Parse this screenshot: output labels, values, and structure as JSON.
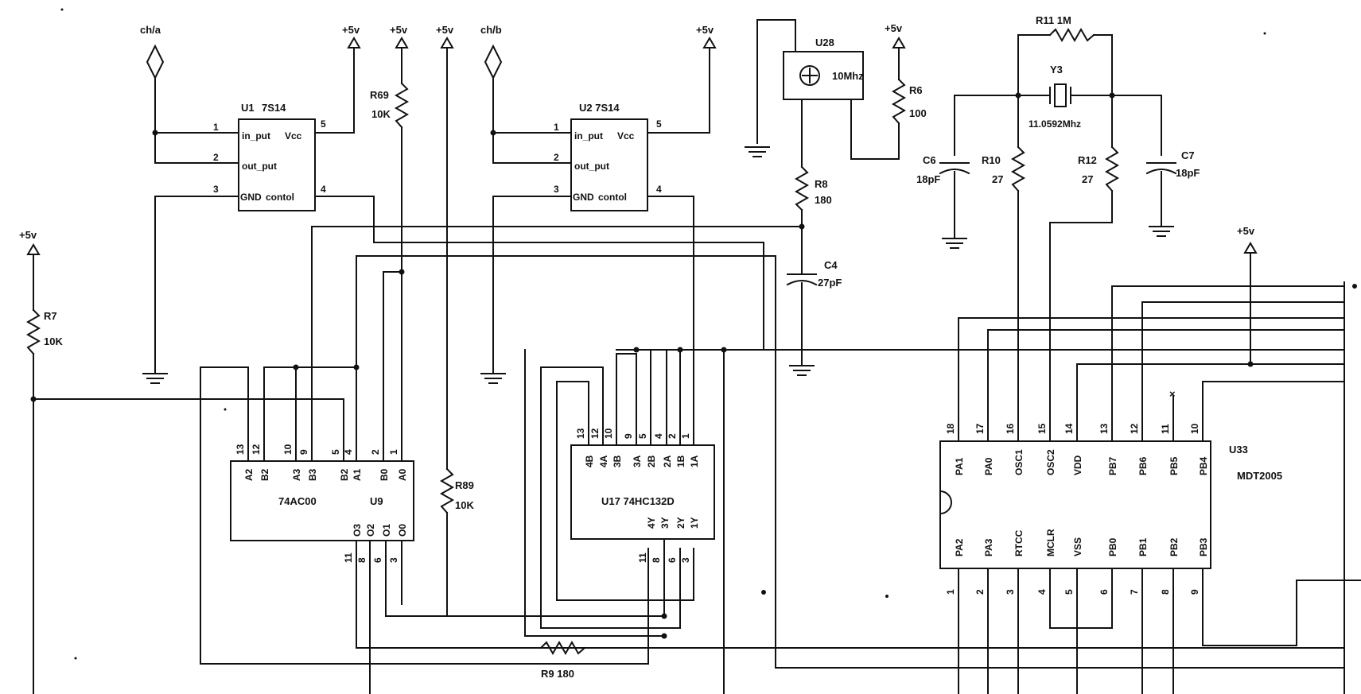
{
  "labels": {
    "port_a": "ch/a",
    "port_b": "ch/b",
    "pwr": "+5v",
    "u1": "U1",
    "u1_part": "7S14",
    "u1_in": "in_put",
    "u1_vcc": "Vcc",
    "u1_out": "out_put",
    "u1_gnd": "GND",
    "u1_ctl": "contol",
    "u2": "U2 7S14",
    "r69": "R69",
    "r69_val": "10K",
    "r7": "R7",
    "r7_val": "10K",
    "r89": "R89",
    "r89_val": "10K",
    "u9_part": "74AC00",
    "u9": "U9",
    "u17": "U17 74HC132D",
    "u28": "U28",
    "osc_val": "10Mhz",
    "r6": "R6",
    "r6_val": "100",
    "r8": "R8",
    "r8_val": "180",
    "c4": "C4",
    "c4_val": "27pF",
    "r9": "R9 180",
    "r11": "R11  1M",
    "y3": "Y3",
    "y3_val": "11.0592Mhz",
    "c6": "C6",
    "c6_val": "18pF",
    "r10": "R10",
    "r10_val": "27",
    "r12": "R12",
    "r12_val": "27",
    "c7": "C7",
    "c7_val": "18pF",
    "u33": "U33",
    "u33_part": "MDT2005"
  },
  "u9_top": [
    "A2",
    "B2",
    "A3",
    "B3",
    "B2",
    "A1",
    "B0",
    "A0"
  ],
  "u9_top_nums": [
    "13",
    "12",
    "10",
    "9",
    "5",
    "4",
    "2",
    "1"
  ],
  "u9_bot": [
    "O3",
    "O2",
    "O1",
    "O0"
  ],
  "u9_bot_nums": [
    "11",
    "8",
    "6",
    "3"
  ],
  "u17_top": [
    "4B",
    "4A",
    "3B",
    "3A",
    "2B",
    "2A",
    "1B",
    "1A"
  ],
  "u17_top_nums": [
    "13",
    "12",
    "10",
    "9",
    "5",
    "4",
    "2",
    "1"
  ],
  "u17_bot": [
    "4Y",
    "3Y",
    "2Y",
    "1Y"
  ],
  "u17_bot_nums": [
    "11",
    "8",
    "6",
    "3"
  ],
  "u33_top": [
    "PA1",
    "PA0",
    "OSC1",
    "OSC2",
    "VDD",
    "PB7",
    "PB6",
    "PB5",
    "PB4"
  ],
  "u33_top_nums": [
    "18",
    "17",
    "16",
    "15",
    "14",
    "13",
    "12",
    "11",
    "10"
  ],
  "u33_bot": [
    "PA2",
    "PA3",
    "RTCC",
    "MCLR",
    "VSS",
    "PB0",
    "PB1",
    "PB2",
    "PB3"
  ],
  "u33_bot_nums": [
    "1",
    "2",
    "3",
    "4",
    "5",
    "6",
    "7",
    "8",
    "9"
  ]
}
